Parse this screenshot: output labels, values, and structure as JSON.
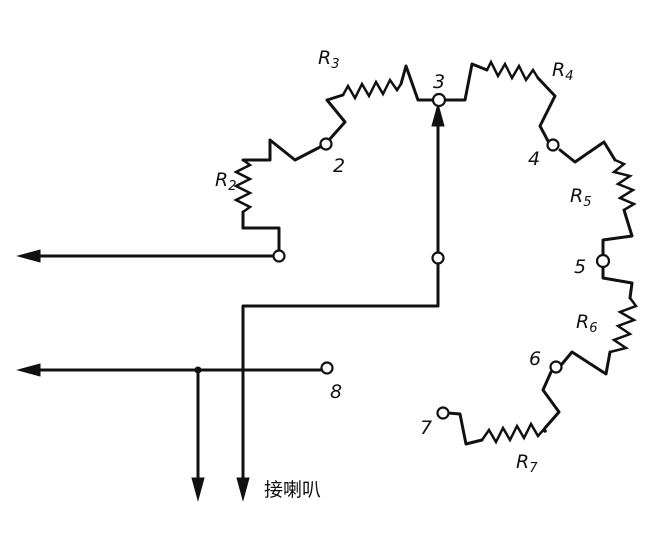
{
  "labels": {
    "r2": "R",
    "r2_sub": "2",
    "r3": "R",
    "r3_sub": "3",
    "r4": "R",
    "r4_sub": "4",
    "r5": "R",
    "r5_sub": "5",
    "r6": "R",
    "r6_sub": "6",
    "r7": "R",
    "r7_sub": "7"
  },
  "terminals": {
    "t2": "2",
    "t3": "3",
    "t4": "4",
    "t5": "5",
    "t6": "6",
    "t7": "7",
    "t8": "8"
  },
  "annotations": {
    "speaker_connect": "接喇叭"
  }
}
